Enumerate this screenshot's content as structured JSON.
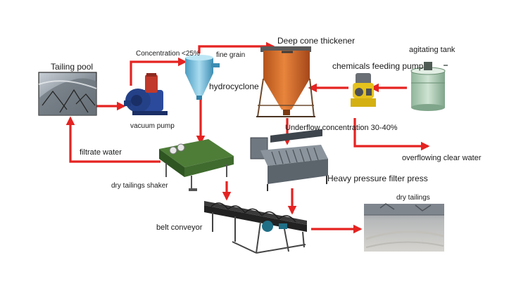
{
  "labels": {
    "tailing_pool": "Tailing pool",
    "concentration": "Concentration <25%",
    "fine_grain": "fine grain",
    "deep_cone_thickener": "Deep cone thickener",
    "agitating_tank": "agitating tank",
    "chemicals_feeding_pump": "chemicals feeding pump",
    "hydrocyclone": "hydrocyclone",
    "vacuum_pump": "vacuum pump",
    "underflow_concentration": "Underflow concentration 30-40%",
    "overflowing_clear_water": "overflowing clear water",
    "filtrate_water": "filtrate water",
    "heavy_pressure_filter_press": "Heavy pressure filter press",
    "dry_tailings_shaker": "dry tailings shaker",
    "dry_tailings": "dry tailings",
    "belt_conveyor": "belt conveyor"
  },
  "colors": {
    "arrow": "#e52321",
    "text": "#1a1a1a",
    "thickener": "#d2691e",
    "machine_green": "#3f6b2e",
    "pump_blue": "#2b4a9c",
    "cyclone_blue": "#6fb7d6"
  }
}
